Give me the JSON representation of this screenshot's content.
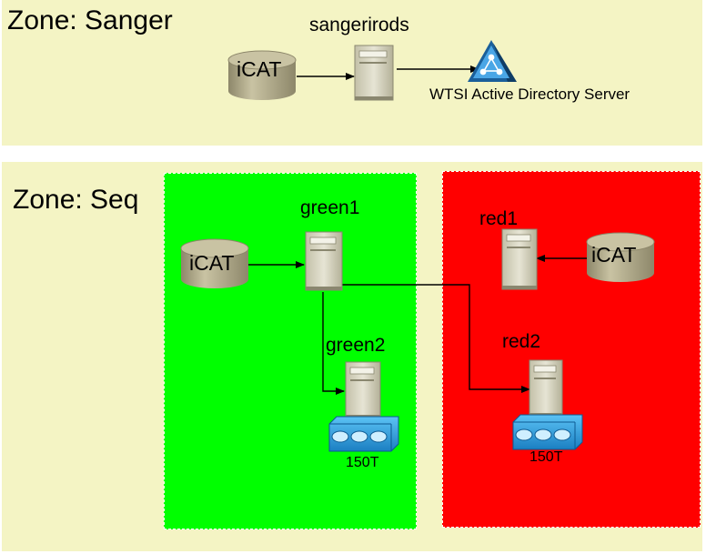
{
  "zones": {
    "sanger": {
      "title": "Zone: Sanger"
    },
    "seq": {
      "title": "Zone: Seq"
    }
  },
  "nodes": {
    "sanger_icat": "iCAT",
    "sangerirods": "sangerirods",
    "ad_server": "WTSI Active Directory Server",
    "green_icat": "iCAT",
    "green1": "green1",
    "green2": "green2",
    "red1": "red1",
    "red2": "red2",
    "red_icat": "iCAT",
    "green_storage": "150T",
    "red_storage": "150T"
  },
  "colors": {
    "zone_bg": "#f4f4c4",
    "green_zone": "#00ff00",
    "red_zone": "#ff0000",
    "db": "#b3ad8c",
    "server": "#d8d6c4",
    "storage": "#2aa0e0",
    "ad_icon": "#3a8fd0"
  }
}
